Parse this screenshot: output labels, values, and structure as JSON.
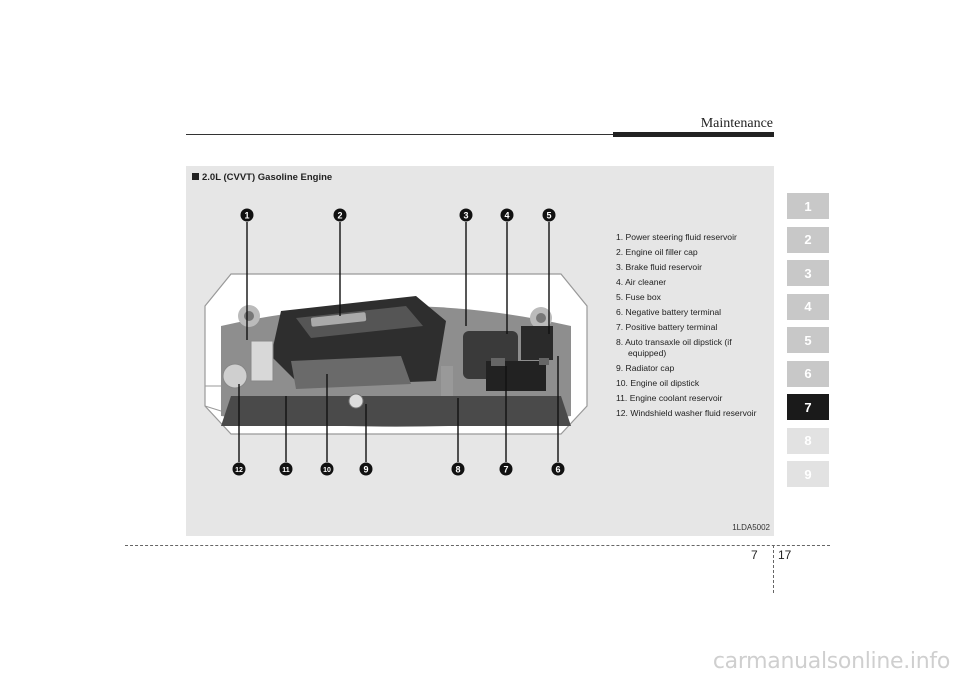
{
  "header": {
    "section_title": "Maintenance"
  },
  "figure": {
    "title": "2.0L (CVVT) Gasoline Engine",
    "figure_id": "1LDA5002",
    "callout_numbers": [
      "1",
      "2",
      "3",
      "4",
      "5",
      "6",
      "7",
      "8",
      "9",
      "10",
      "11",
      "12"
    ],
    "legend": [
      "1. Power steering fluid reservoir",
      "2. Engine oil filler cap",
      "3. Brake fluid reservoir",
      "4. Air cleaner",
      "5. Fuse box",
      "6. Negative battery terminal",
      "7. Positive battery terminal",
      "8. Auto transaxle oil dipstick (if equipped)",
      "9. Radiator cap",
      "10. Engine oil dipstick",
      "11. Engine coolant reservoir",
      "12. Windshield washer fluid reservoir"
    ]
  },
  "chapter_tabs": {
    "items": [
      "1",
      "2",
      "3",
      "4",
      "5",
      "6",
      "7",
      "8",
      "9"
    ],
    "active": "7",
    "colors": {
      "inactive": "#c8c8c8",
      "active": "#1a1a1a",
      "faded": "#e2e2e2"
    }
  },
  "footer": {
    "chapter": "7",
    "page": "17"
  },
  "watermark": "carmanualsonline.info"
}
